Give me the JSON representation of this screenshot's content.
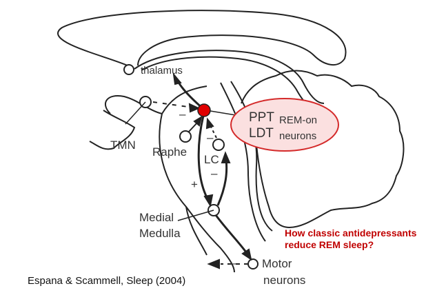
{
  "labels": {
    "thalamus": "thalamus",
    "tmn": "TMN",
    "raphe": "Raphe",
    "lc": "LC",
    "ppt": "PPT",
    "ldt": "LDT",
    "rem_on": "REM-on",
    "neurons": "neurons",
    "medial": "Medial",
    "medulla": "Medulla",
    "motor": "Motor",
    "motor_neurons": "neurons",
    "plus": "+",
    "minus": "–"
  },
  "question": {
    "line1": "How classic antidepressants",
    "line2": "reduce REM sleep?"
  },
  "citation": "Espana & Scammell, Sleep (2004)",
  "colors": {
    "highlight": "#e00000",
    "ellipse_fill": "#fbe0e0",
    "ellipse_stroke": "#d42a2a",
    "question": "#c00000"
  }
}
